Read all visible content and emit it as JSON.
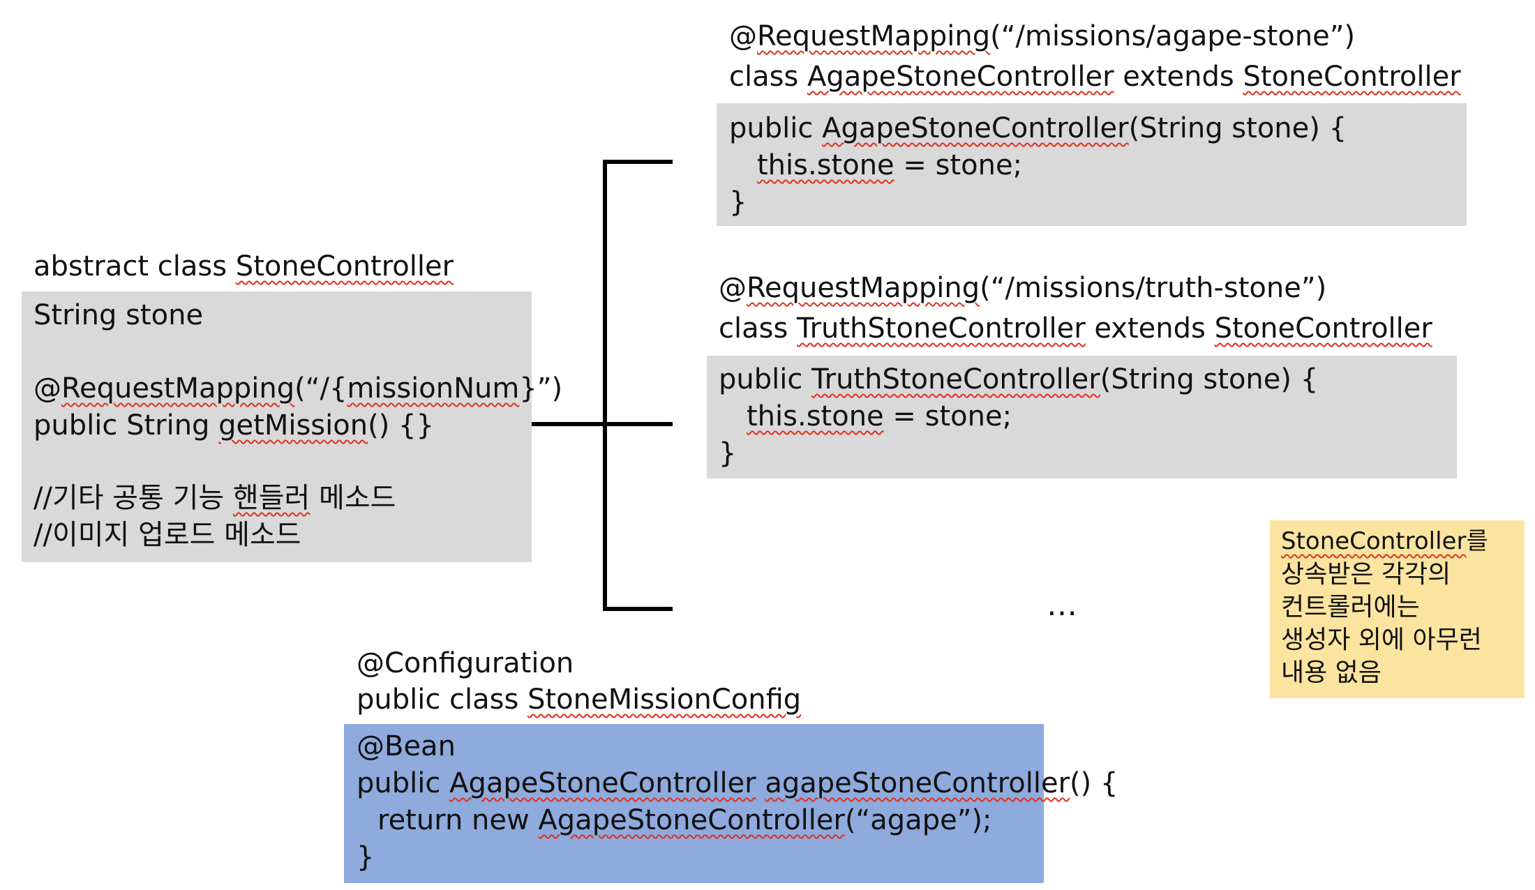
{
  "base": {
    "title": [
      "abstract class ",
      "StoneController"
    ],
    "field": "String stone",
    "mapping": [
      "@",
      "RequestMapping",
      "(“/{",
      "missionNum",
      "}”)"
    ],
    "method": [
      "public String ",
      "getMission",
      "() {}"
    ],
    "comment1": [
      "//기타 공통 기능 ",
      "핸들러",
      " 메소드"
    ],
    "comment2": "//이미지 업로드 메소드"
  },
  "agape": {
    "annotation": [
      "@",
      "RequestMapping",
      "(“/missions/agape-stone”)"
    ],
    "declaration": [
      "class ",
      "AgapeStoneController",
      " extends ",
      "StoneController"
    ],
    "code": {
      "line1": [
        "public ",
        "AgapeStoneController",
        "(String stone) {"
      ],
      "line2": [
        "this.stone",
        " = stone;"
      ],
      "line3": "}"
    }
  },
  "truth": {
    "annotation": [
      "@",
      "RequestMapping",
      "(“/missions/truth-stone”)"
    ],
    "declaration": [
      "class ",
      "TruthStoneController",
      " extends ",
      "StoneController"
    ],
    "code": {
      "line1": [
        "public ",
        "TruthStoneController",
        "(String stone) {"
      ],
      "line2": [
        "this.stone",
        " = stone;"
      ],
      "line3": "}"
    }
  },
  "ellipsis": "…",
  "config": {
    "annotation": "@Configuration",
    "declaration": [
      "public class ",
      "StoneMissionConfig"
    ],
    "code": {
      "line1": "@Bean",
      "line2": [
        "public ",
        "AgapeStoneController",
        " ",
        "agapeStoneController",
        "() {"
      ],
      "line3": [
        "return new ",
        "AgapeStoneController",
        "(“agape”);"
      ],
      "line4": "}"
    }
  },
  "note": {
    "line1": [
      "StoneController",
      "를"
    ],
    "line2": "상속받은 각각의",
    "line3": "컨트롤러에는",
    "line4": "생성자 외에 아무런",
    "line5": "내용 없음"
  },
  "colors": {
    "code_box": "#d9d9d9",
    "config_box": "#8faadc",
    "note_box": "#fbe4a0",
    "squiggle": "#e0301e",
    "connector": "#000000"
  }
}
